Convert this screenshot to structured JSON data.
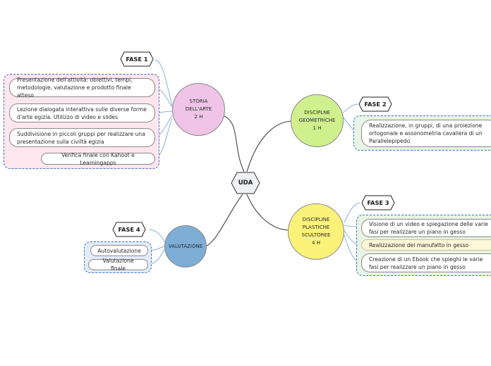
{
  "root": {
    "label": "UDA"
  },
  "branches": {
    "storia": {
      "label": "STORIA\nDELL'ARTE\n2 H",
      "color": "#efc4e6",
      "phase": "FASE 1",
      "items": [
        "Presentazione dell'attività: obiettivi, tempi, metodologie, valutazione e prodotto finale atteso",
        "Lezione dialogata interattiva sulle diverse forme d'arte egizia. Utilizzo di video e slides",
        "Suddivisione in piccoli gruppi per realizzare una presentazione sulla civiltà egizia",
        "Verifica finale con Kahoot e Learningapps"
      ]
    },
    "geometriche": {
      "label": "DISCIPLNE\nGEOMETRICHE\n1 H",
      "color": "#cff08c",
      "phase": "FASE 2",
      "items": [
        "Realizzazione, in gruppi, di una proiezione ortogonale e assonometria cavaliera di un Parallelepipedo"
      ]
    },
    "plastiche": {
      "label": "DISCIPLINE\nPLASTICHE\nSCULTOREE\n4 H",
      "color": "#fbf27a",
      "phase": "FASE 3",
      "items": [
        "Visione di un video e spiegazione delle varie fasi per realizzare un piano in gesso",
        "Realizzazione del manufatto in gesso",
        "Creazione di un Ebook che spieghi le varie fasi per realizzare un piano in gesso"
      ]
    },
    "valutazione": {
      "label": "VALUTAZIONE",
      "color": "#7eadd6",
      "phase": "FASE 4",
      "items": [
        "Autovalutazione",
        "Valutazione finale"
      ]
    }
  }
}
